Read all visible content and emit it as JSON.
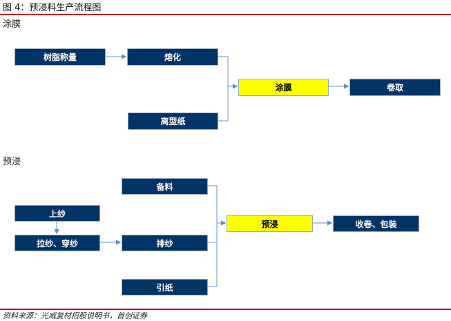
{
  "title": "图 4：预浸料生产流程图",
  "sections": {
    "coating": {
      "label": "涂膜",
      "nodes": {
        "resin": "树脂称量",
        "melt": "熔化",
        "paper": "离型纸",
        "coat": "涂膜",
        "wind": "卷取"
      }
    },
    "prepreg": {
      "label": "预浸",
      "nodes": {
        "prep": "备料",
        "yarn_up": "上纱",
        "pull": "拉纱、穿纱",
        "arrange": "排纱",
        "lead_paper": "引纸",
        "impregnate": "预浸",
        "rewind": "收卷、包装"
      }
    }
  },
  "source": "资料来源：光威复材招股说明书，首创证券",
  "colors": {
    "box": "#003366",
    "highlight": "#ffff00",
    "rule": "#d0111b",
    "connector": "#7fa6d6"
  }
}
